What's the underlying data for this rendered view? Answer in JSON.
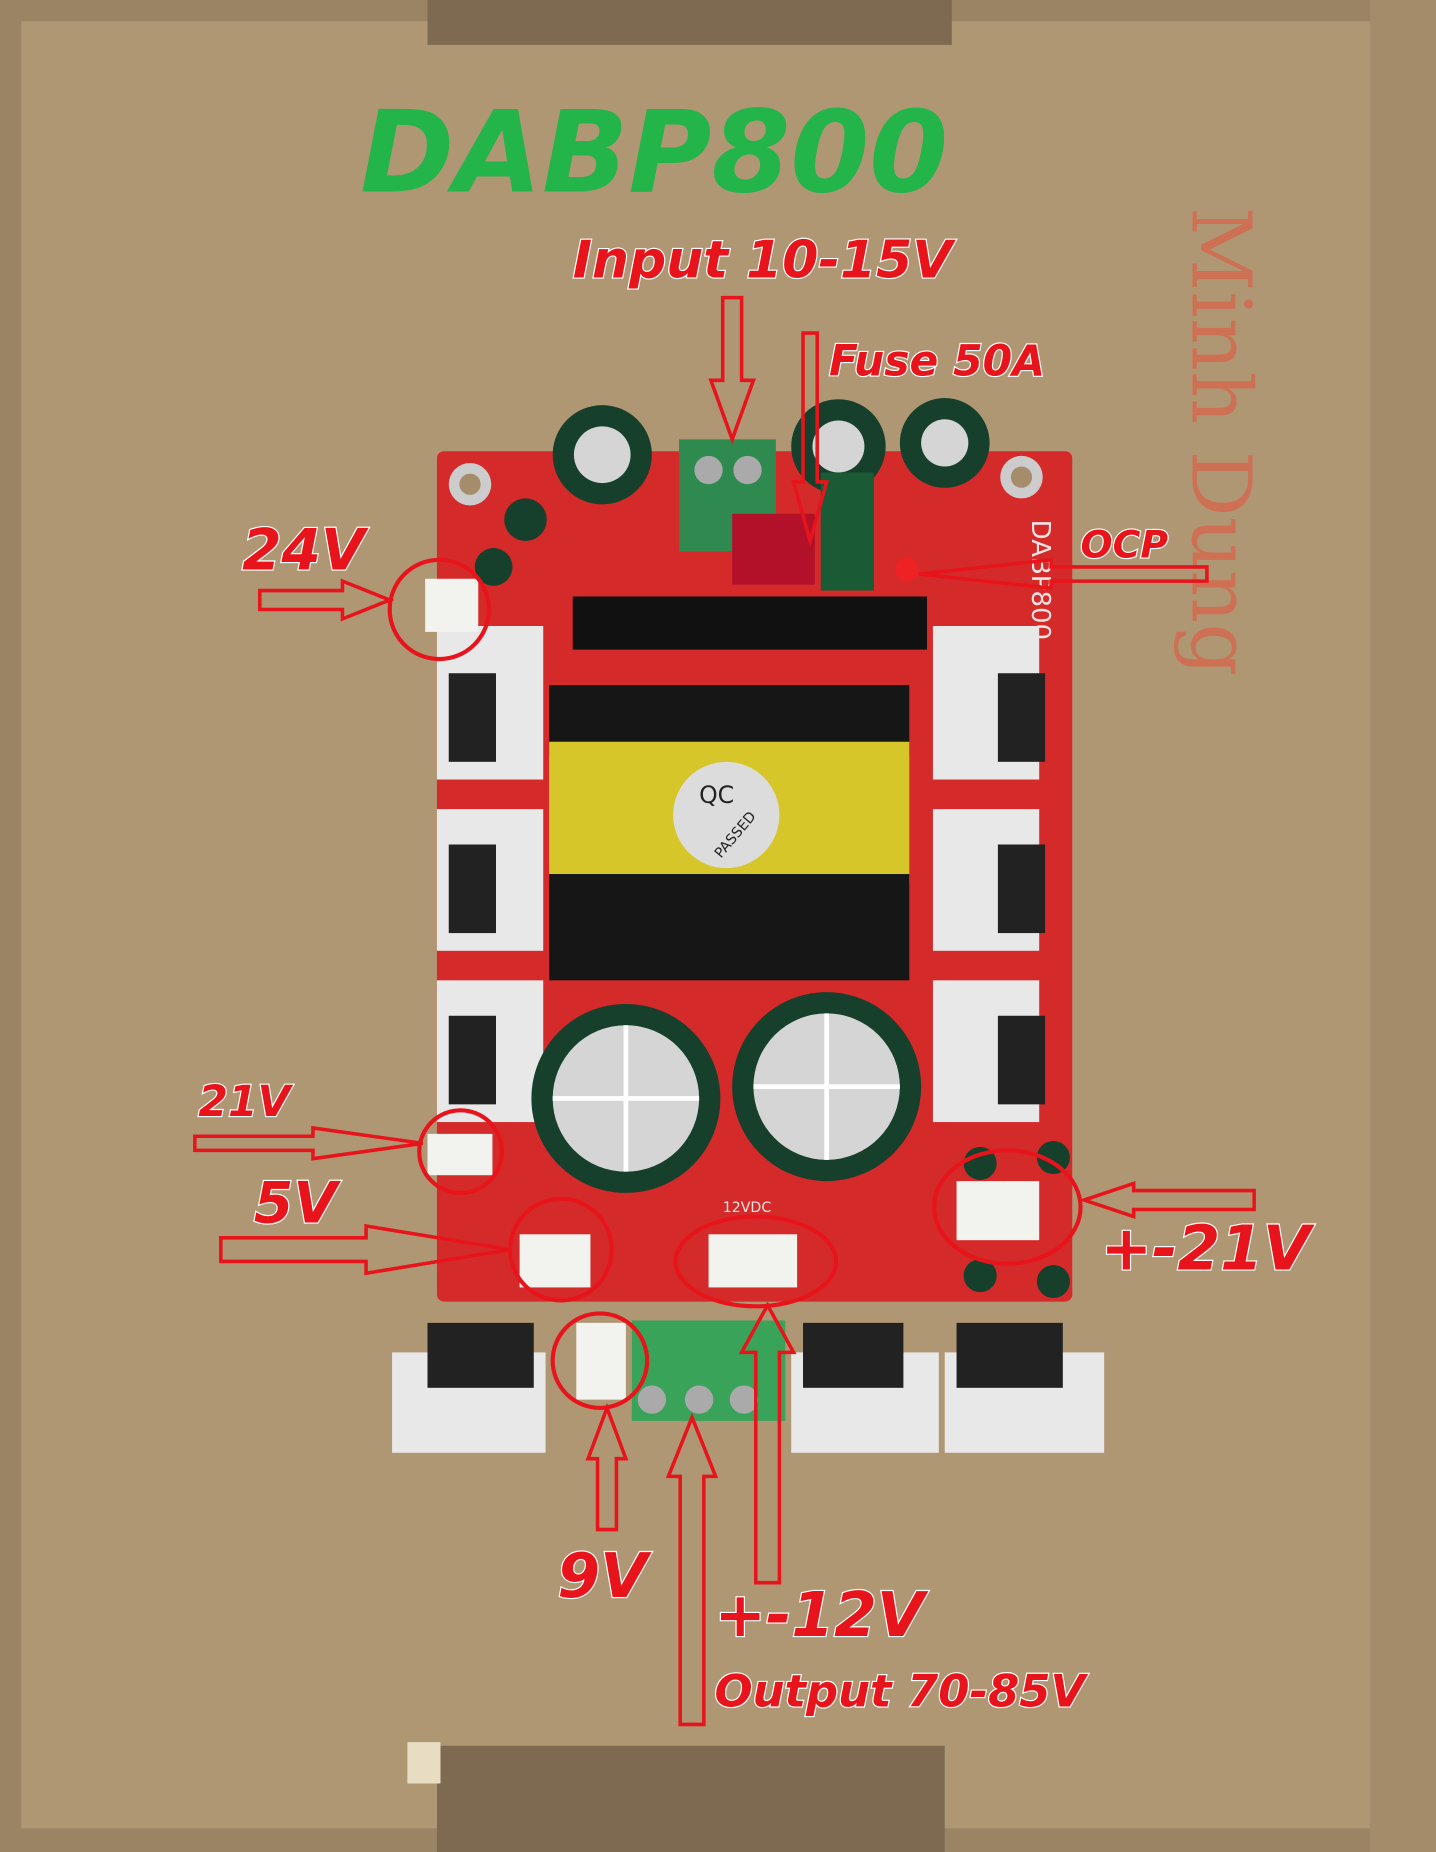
{
  "title": "DABP800",
  "labels": {
    "input": "Input 10-15V",
    "fuse": "Fuse 50A",
    "ocp": "OCP",
    "v24": "24V",
    "v21": "21V",
    "v5": "5V",
    "pm21": "+-21V",
    "v9": "9V",
    "pm12": "+-12V",
    "output": "Output 70-85V"
  },
  "board": {
    "silkscreen": "DABP800",
    "input_marking": "12VDC",
    "qc_sticker_top": "QC",
    "qc_sticker_bottom": "PASSED"
  },
  "handwriting": "Minh Dung",
  "colors": {
    "annotation": "#e8141c",
    "title": "#23b44a",
    "pcb": "#d42a2a",
    "cardboard": "#b09774"
  }
}
